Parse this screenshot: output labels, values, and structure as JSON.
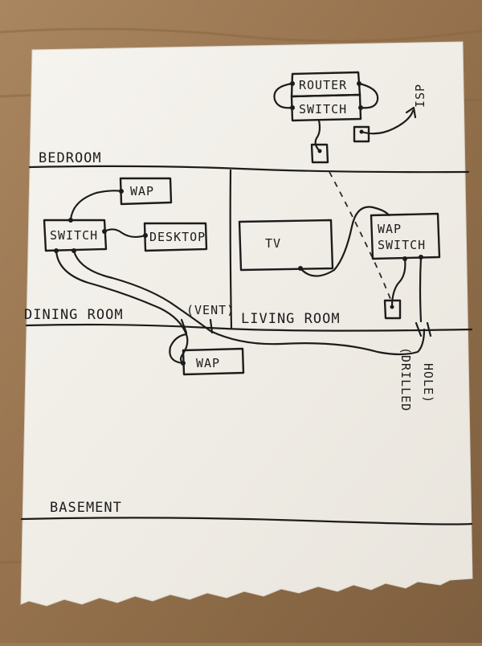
{
  "floors": {
    "bedroom": "BEDROOM",
    "dining_room": "DINING ROOM",
    "living_room": "LIVING ROOM",
    "basement": "BASEMENT"
  },
  "devices": {
    "router": "ROUTER",
    "router_switch": "SWITCH",
    "isp": "ISP",
    "bedroom_wap": "WAP",
    "bedroom_switch": "SWITCH",
    "desktop": "DESKTOP",
    "tv": "TV",
    "wap_switch_line1": "WAP",
    "wap_switch_line2": "SWITCH",
    "dining_wap": "WAP"
  },
  "annotations": {
    "vent": "(VENT)",
    "drilled_line1": "(DRILLED",
    "drilled_line2": "HOLE)"
  },
  "colors": {
    "paper": "#f3f0ea",
    "ink": "#1c1c1c",
    "table": "#9c7a54"
  }
}
